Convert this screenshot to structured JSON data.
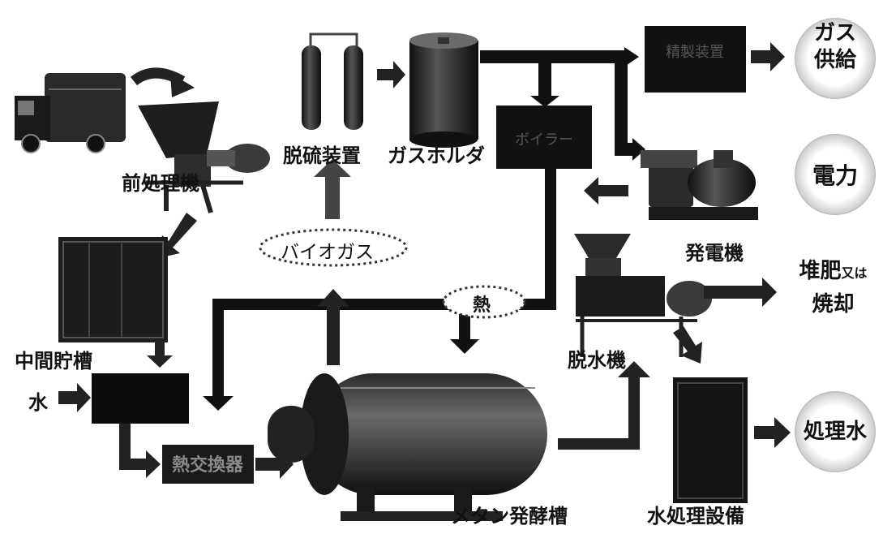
{
  "equipment": {
    "pretreatment": "前処理機",
    "desulfurizer": "脱硫装置",
    "gas_holder": "ガスホルダ",
    "intermediate_tank": "中間貯槽",
    "generator": "発電機",
    "dehydrator": "脱水機",
    "methane_tank": "メタン発酵槽",
    "water_treatment": "水処理設備"
  },
  "inputs": {
    "water": "水"
  },
  "flows": {
    "biogas": "バイオガス",
    "heat": "熱"
  },
  "outputs": {
    "gas_supply_line1": "ガス",
    "gas_supply_line2": "供給",
    "electricity": "電力",
    "compost_line1": "堆肥",
    "compost_or": "又は",
    "compost_line2": "焼却",
    "treated_water": "処理水"
  },
  "colors": {
    "ink": "#111111",
    "machine": "#1b1b1b",
    "accent_grey": "#777777",
    "background": "#ffffff"
  }
}
